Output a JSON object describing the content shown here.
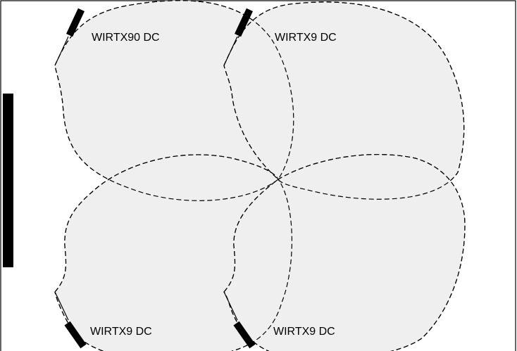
{
  "colors": {
    "coverage_fill": "#efefef",
    "stroke": "#000000",
    "background": "#ffffff"
  },
  "left_bar": {
    "icon": "wall-bar"
  },
  "transmitters": [
    {
      "label": "WIRTX90 DC",
      "icon": "transmitter-icon"
    },
    {
      "label": "WIRTX9 DC",
      "icon": "transmitter-icon"
    },
    {
      "label": "WIRTX9 DC",
      "icon": "transmitter-icon"
    },
    {
      "label": "WIRTX9 DC",
      "icon": "transmitter-icon"
    }
  ]
}
